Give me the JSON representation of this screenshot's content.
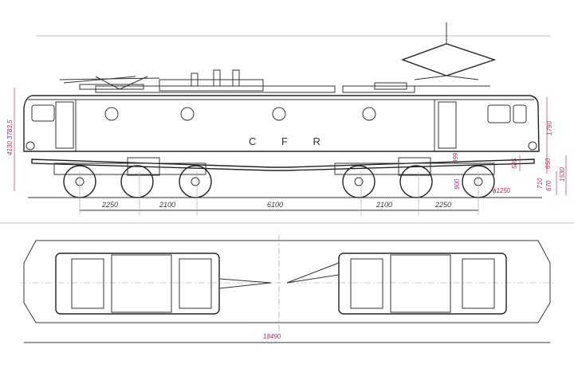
{
  "drawing": {
    "body_lettering": "C F R",
    "side_view_dimensions": {
      "wheelbase": [
        "2250",
        "2100",
        "6100",
        "2100",
        "2250"
      ],
      "left_height": "4130 3783,5",
      "right_heights": [
        "1790",
        "999",
        "585",
        "650",
        "1530",
        "710",
        "670",
        "900"
      ],
      "wheel_diameter": "ϕ1250"
    },
    "plan_view_dimensions": {
      "overall_length": "18490"
    }
  }
}
